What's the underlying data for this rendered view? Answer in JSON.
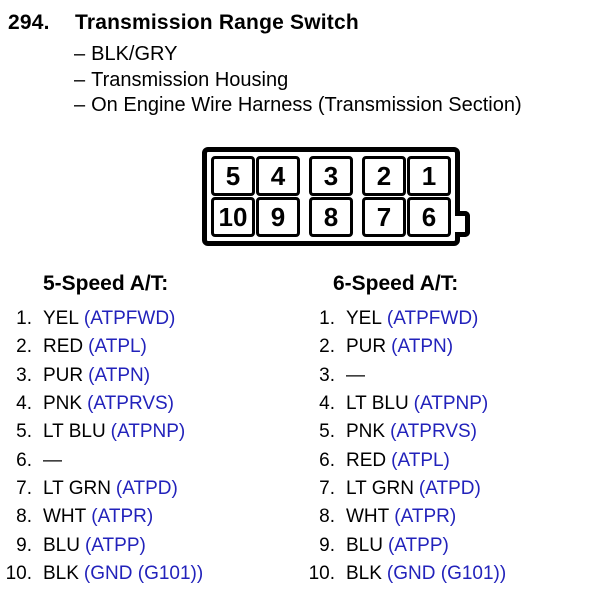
{
  "doc": {
    "section_number": "294.",
    "title": "Transmission Range Switch",
    "dash": "–",
    "details": [
      "BLK/GRY",
      "Transmission Housing",
      "On Engine Wire Harness (Transmission Section)"
    ]
  },
  "connector": {
    "groups": [
      {
        "cells": [
          "5",
          "4",
          "10",
          "9"
        ]
      },
      {
        "cells": [
          "3",
          "8"
        ]
      },
      {
        "cells": [
          "2",
          "1",
          "7",
          "6"
        ]
      }
    ]
  },
  "columns": [
    {
      "heading": "5-Speed A/T:",
      "pins": [
        {
          "num": "1.",
          "wire": "YEL",
          "signal": "(ATPFWD)"
        },
        {
          "num": "2.",
          "wire": "RED",
          "signal": "(ATPL)"
        },
        {
          "num": "3.",
          "wire": "PUR",
          "signal": "(ATPN)"
        },
        {
          "num": "4.",
          "wire": "PNK",
          "signal": "(ATPRVS)"
        },
        {
          "num": "5.",
          "wire": "LT BLU",
          "signal": "(ATPNP)"
        },
        {
          "num": "6.",
          "wire": "—",
          "signal": ""
        },
        {
          "num": "7.",
          "wire": "LT GRN",
          "signal": "(ATPD)"
        },
        {
          "num": "8.",
          "wire": "WHT",
          "signal": "(ATPR)"
        },
        {
          "num": "9.",
          "wire": "BLU",
          "signal": "(ATPP)"
        },
        {
          "num": "10.",
          "wire": "BLK",
          "signal": "(GND (G101))"
        }
      ]
    },
    {
      "heading": "6-Speed A/T:",
      "pins": [
        {
          "num": "1.",
          "wire": "YEL",
          "signal": "(ATPFWD)"
        },
        {
          "num": "2.",
          "wire": "PUR",
          "signal": "(ATPN)"
        },
        {
          "num": "3.",
          "wire": "—",
          "signal": ""
        },
        {
          "num": "4.",
          "wire": "LT BLU",
          "signal": "(ATPNP)"
        },
        {
          "num": "5.",
          "wire": "PNK",
          "signal": "(ATPRVS)"
        },
        {
          "num": "6.",
          "wire": "RED",
          "signal": "(ATPL)"
        },
        {
          "num": "7.",
          "wire": "LT GRN",
          "signal": "(ATPD)"
        },
        {
          "num": "8.",
          "wire": "WHT",
          "signal": "(ATPR)"
        },
        {
          "num": "9.",
          "wire": "BLU",
          "signal": "(ATPP)"
        },
        {
          "num": "10.",
          "wire": "BLK",
          "signal": "(GND (G101))"
        }
      ]
    }
  ],
  "colors": {
    "signal_blue": "#2222bb",
    "ink": "#000000"
  }
}
